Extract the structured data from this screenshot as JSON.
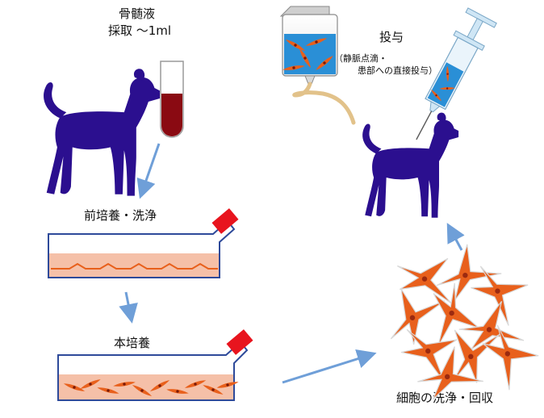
{
  "steps": {
    "bone_marrow_line1": "骨髄液",
    "bone_marrow_line2": "採取 〜1ml",
    "pre_culture": "前培養・洗浄",
    "main_culture": "本培養",
    "cell_wash": "細胞の洗浄・回収",
    "administration": "投与",
    "admin_note_line1": "（静脈点滴・",
    "admin_note_line2": "患部への直接投与）"
  },
  "colors": {
    "dog": "#2b0f8f",
    "blood": "#8a0a12",
    "arrow": "#6f9fd8",
    "flask_cap": "#e8141e",
    "medium": "#f5c0a8",
    "cell": "#e8601c",
    "iv_fluid": "#2a8fd6"
  }
}
